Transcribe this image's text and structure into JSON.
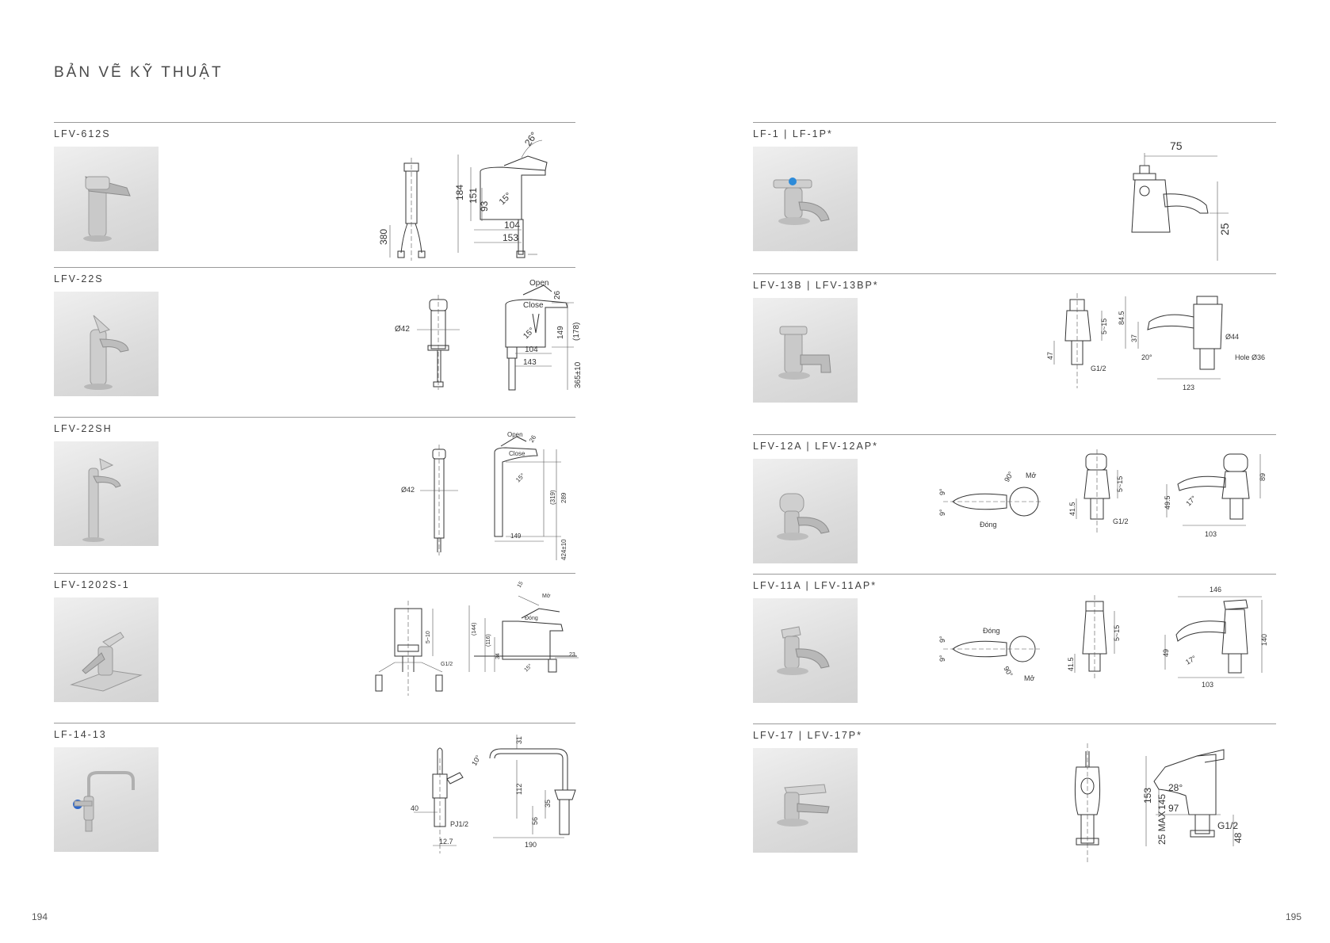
{
  "page_title": "BẢN VẼ KỸ THUẬT",
  "page_numbers": {
    "left": "194",
    "right": "195"
  },
  "left_column": [
    {
      "label": "LFV-612S",
      "dims": {
        "a": "26°",
        "b": "184",
        "c": "151",
        "d": "93",
        "e": "15°",
        "f": "104",
        "g": "153",
        "h": "380"
      }
    },
    {
      "label": "LFV-22S",
      "dims": {
        "open": "Open",
        "close": "Close",
        "a": "26",
        "b": "149",
        "c": "(178)",
        "d": "15°",
        "e": "Ø42",
        "f": "104",
        "g": "143",
        "h": "365±10"
      }
    },
    {
      "label": "LFV-22SH",
      "dims": {
        "open": "Open",
        "close": "Close",
        "a": "26",
        "b": "(319)",
        "c": "289",
        "d": "15°",
        "e": "Ø42",
        "f": "149",
        "g": "424±10"
      }
    },
    {
      "label": "LFV-1202S-1",
      "dims": {
        "a": "Mở",
        "b": "Đóng",
        "c": "(144)",
        "d": "(116)",
        "e": "34",
        "f": "5~10",
        "g": "G1/2",
        "h": "23",
        "i": "15°",
        "j": "15"
      }
    },
    {
      "label": "LF-14-13",
      "dims": {
        "a": "31",
        "b": "10°",
        "c": "112",
        "d": "35",
        "e": "56",
        "f": "190",
        "g": "40",
        "h": "PJ1/2",
        "i": "12.7"
      }
    }
  ],
  "right_column": [
    {
      "label": "LF-1  |  LF-1P*",
      "dims": {
        "a": "75",
        "b": "25"
      }
    },
    {
      "label": "LFV-13B  |  LFV-13BP*",
      "dims": {
        "a": "5~15",
        "b": "47",
        "c": "G1/2",
        "d": "84.5",
        "e": "37",
        "f": "20°",
        "g": "Ø44",
        "h": "Hole Ø36",
        "i": "123"
      }
    },
    {
      "label": "LFV-12A  |  LFV-12AP*",
      "dims": {
        "a": "90°",
        "b": "Mở",
        "c": "9°",
        "d": "9°",
        "e": "Đóng",
        "f": "5~15",
        "g": "41.5",
        "h": "G1/2",
        "i": "49.5",
        "j": "17°",
        "k": "89",
        "l": "103"
      }
    },
    {
      "label": "LFV-11A  |  LFV-11AP*",
      "dims": {
        "a": "Đóng",
        "b": "9°",
        "c": "9°",
        "d": "90°",
        "e": "Mở",
        "f": "5~15",
        "g": "41.5",
        "h": "146",
        "i": "49",
        "j": "140",
        "k": "17°",
        "l": "103"
      }
    },
    {
      "label": "LFV-17  |  LFV-17P*",
      "dims": {
        "a": "153",
        "b": "145",
        "c": "97",
        "d": "28°",
        "e": "25 MAX",
        "f": "G1/2",
        "g": "48"
      }
    }
  ]
}
